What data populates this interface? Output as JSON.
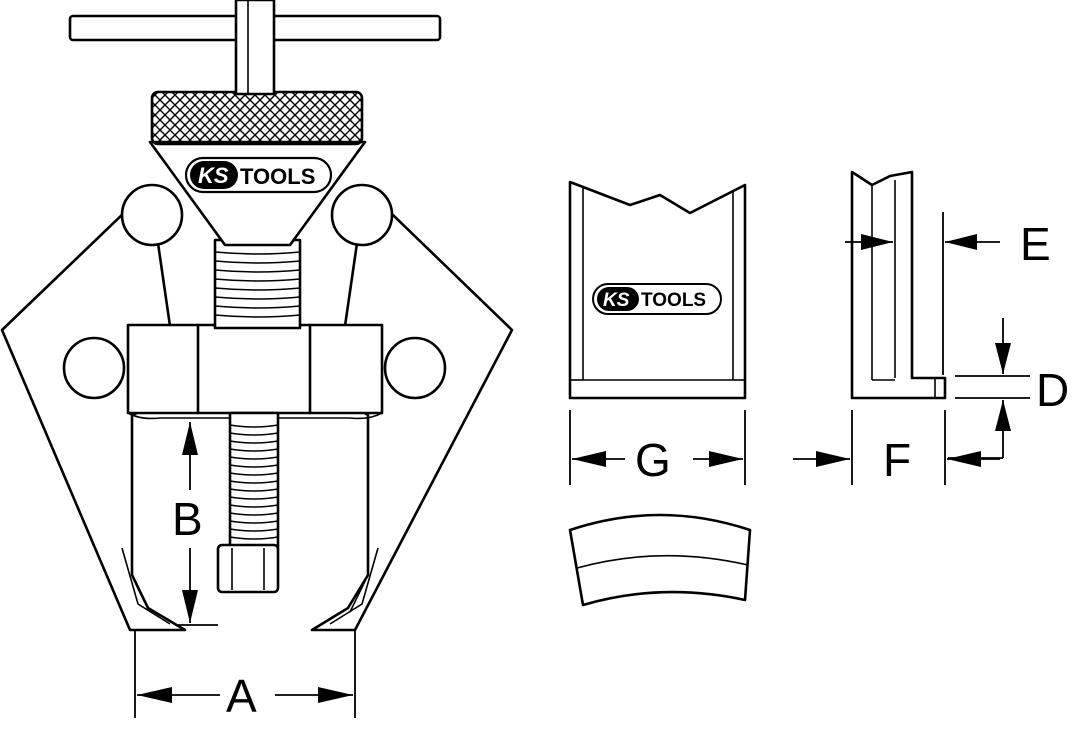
{
  "brand": {
    "ks": "KS",
    "tools": "TOOLS"
  },
  "dimensions": {
    "a": "A",
    "b": "B",
    "d": "D",
    "e": "E",
    "f": "F",
    "g": "G"
  }
}
